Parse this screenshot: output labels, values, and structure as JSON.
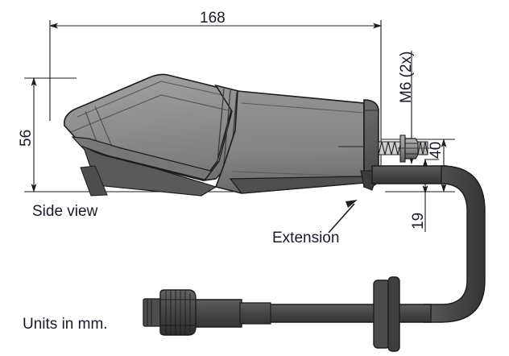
{
  "drawing": {
    "title_note": "Side view",
    "units_note": "Units in mm.",
    "callout_extension": "Extension",
    "dimensions": {
      "length": "168",
      "height": "56",
      "bolt_offset": "40",
      "cable_offset": "19",
      "thread_spec": "M6 (2x)"
    }
  },
  "colors": {
    "text": "#1a1a26",
    "line": "#1c1c1c",
    "body_light": "#9a9a9a",
    "body_mid": "#8c8c8c",
    "body_dark": "#6f6f6f",
    "body_darker": "#575757",
    "cable": "#4a4a4a",
    "cable_dark": "#3a3a3a",
    "thin_line": "#4a4a55"
  },
  "parts": [
    {
      "name": "sensor-housing",
      "label": "Side view"
    },
    {
      "name": "extension-module",
      "label": "Extension"
    },
    {
      "name": "mounting-bolt",
      "label": "M6 (2x)"
    },
    {
      "name": "cable-assembly",
      "label": ""
    },
    {
      "name": "m12-connector",
      "label": ""
    }
  ]
}
